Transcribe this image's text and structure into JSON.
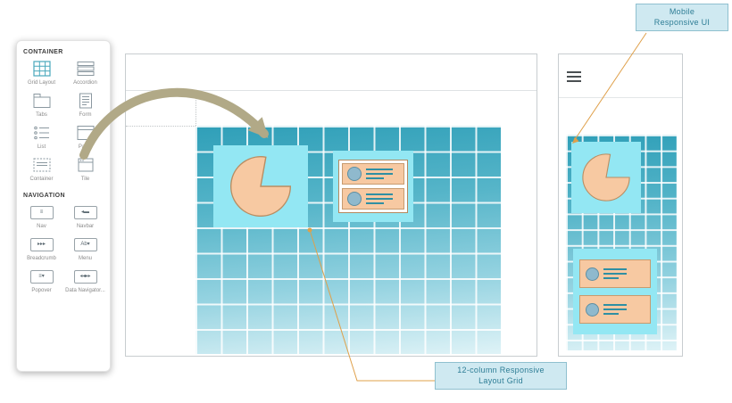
{
  "palette_colors": {
    "grid_teal_top": "#2f9fb8",
    "grid_teal_bottom": "#dff3f7",
    "widget_panel": "#93e7f3",
    "pie_fill": "#f7c9a2",
    "pie_stroke": "#b98d62",
    "list_row_fill": "#f7c9a2",
    "list_dot": "#8fb9cd",
    "list_line": "#2f8fa3",
    "callout_bg": "#cfe9f1",
    "callout_border": "#8fc0cf",
    "callout_text": "#2f7e96",
    "connector": "#dfa04a",
    "arrow": "#b1a987"
  },
  "sidebar": {
    "sections": [
      {
        "title": "CONTAINER",
        "items": [
          {
            "label": "Grid Layout",
            "icon": "grid-layout-icon"
          },
          {
            "label": "Accordion",
            "icon": "accordion-icon"
          },
          {
            "label": "Tabs",
            "icon": "tabs-icon"
          },
          {
            "label": "Form",
            "icon": "form-icon"
          },
          {
            "label": "List",
            "icon": "list-icon"
          },
          {
            "label": "Panel",
            "icon": "panel-icon"
          },
          {
            "label": "Container",
            "icon": "container-icon"
          },
          {
            "label": "Tile",
            "icon": "tile-icon"
          }
        ]
      },
      {
        "title": "NAVIGATION",
        "items": [
          {
            "label": "Nav",
            "icon": "nav-icon",
            "glyph": "≡"
          },
          {
            "label": "Navbar",
            "icon": "navbar-icon",
            "glyph": "◂▬"
          },
          {
            "label": "Breadcrumb",
            "icon": "breadcrumb-icon",
            "glyph": "▸▸▸"
          },
          {
            "label": "Menu",
            "icon": "menu-icon",
            "glyph": "Ab▾"
          },
          {
            "label": "Popover",
            "icon": "popover-icon",
            "glyph": "≡▾"
          },
          {
            "label": "Data Navigator...",
            "icon": "data-navigator-icon",
            "glyph": "◂◂▸▸"
          }
        ]
      }
    ]
  },
  "callouts": {
    "mobile": {
      "lines": [
        "Mobile",
        "Responsive UI"
      ]
    },
    "grid": {
      "lines": [
        "12-column Responsive",
        "Layout Grid"
      ]
    }
  }
}
